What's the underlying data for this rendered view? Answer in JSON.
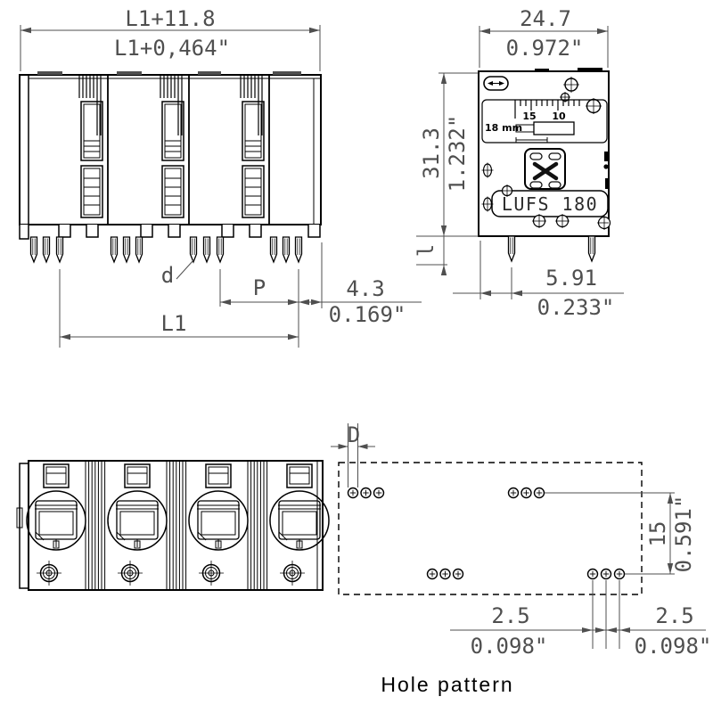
{
  "drawing": {
    "caption": "Hole pattern",
    "front_view": {
      "overall_width_mm": "L1+11.8",
      "overall_width_in": "L1+0,464\"",
      "pin_label": "d",
      "pitch_label": "P",
      "edge_offset_mm": "4.3",
      "edge_offset_in": "0.169\"",
      "span_label": "L1"
    },
    "side_view": {
      "width_mm": "24.7",
      "width_in": "0.972\"",
      "height_mm": "31.3",
      "height_in": "1.232\"",
      "pin_length_label": "l",
      "pin_offset_mm": "5.91",
      "pin_offset_in": "0.233\"",
      "ruler_mark_15": "15",
      "ruler_mark_10": "10",
      "strip_gauge_marking": "18 mm",
      "product_marking": "LUFS 180"
    },
    "hole_pattern": {
      "hole_diameter_label": "D",
      "row_spacing_mm": "15",
      "row_spacing_in": "0.591\"",
      "pitch_left_mm": "2.5",
      "pitch_left_in": "0.098\"",
      "pitch_right_mm": "2.5",
      "pitch_right_in": "0.098\""
    }
  },
  "colors": {
    "background": "#ffffff",
    "outline": "#000000",
    "dimension_text": "#4f4f4f"
  }
}
